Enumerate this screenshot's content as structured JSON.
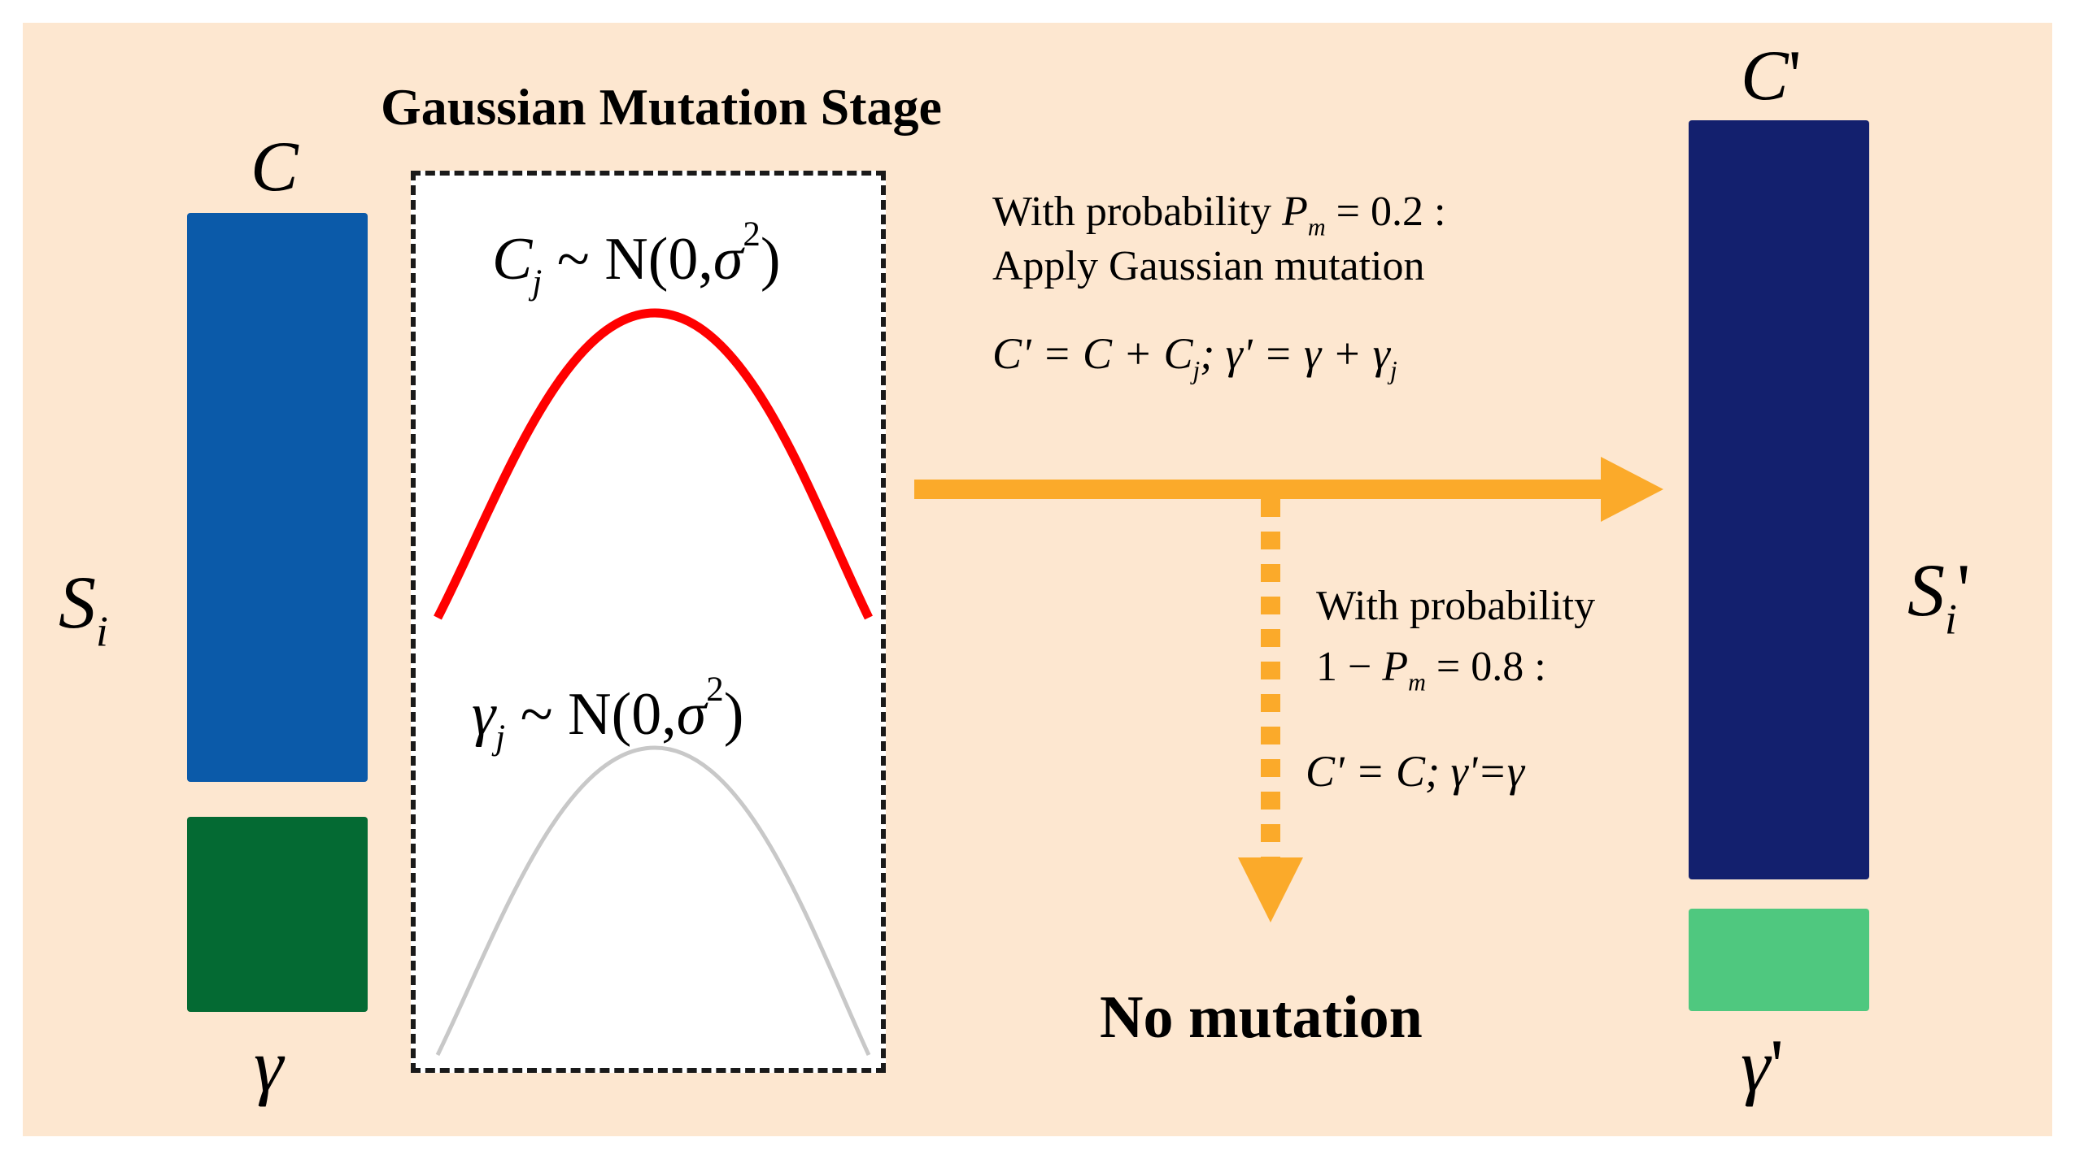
{
  "stage_title": "Gaussian Mutation Stage",
  "input": {
    "strategy_label": "S",
    "strategy_subscript": "i",
    "c_label": "C",
    "gamma_label": "γ",
    "c_color": "#0b5aa9",
    "gamma_color": "#046a33"
  },
  "output": {
    "strategy_label": "S",
    "strategy_subscript": "i",
    "prime": "'",
    "c_label": "C",
    "gamma_label": "γ",
    "c_color": "#13206e",
    "gamma_color": "#4fc87f"
  },
  "distributions": {
    "c_var": "C",
    "c_sub": "j",
    "gamma_var": "γ",
    "gamma_sub": "j",
    "tilde": "~",
    "normal_text": "N(0,",
    "sigma": "σ",
    "sigma_exp": "2",
    "close": ")",
    "c_curve_color": "#ff0000",
    "gamma_curve_color": "#c8c8c8"
  },
  "mutation_branch": {
    "line1_prefix": "With probability ",
    "pm_var": "P",
    "pm_sub": "m",
    "line1_value": " = 0.2 :",
    "line2": "Apply Gaussian mutation",
    "eq_c_prime": "C' = C + C",
    "eq_c_sub": "j",
    "eq_sep": "; ",
    "eq_g_prime": "γ' = γ + γ",
    "eq_g_sub": "j"
  },
  "no_mutation_branch": {
    "line1": "With probability",
    "line2_prefix": "1 − ",
    "pm_var": "P",
    "pm_sub": "m",
    "line2_value": " = 0.8 :",
    "eq": "C' = C;",
    "eq2": "γ'=γ",
    "result": "No mutation"
  },
  "arrow_color": "#fbaa2a",
  "box_border_color": "#1a1a1a"
}
